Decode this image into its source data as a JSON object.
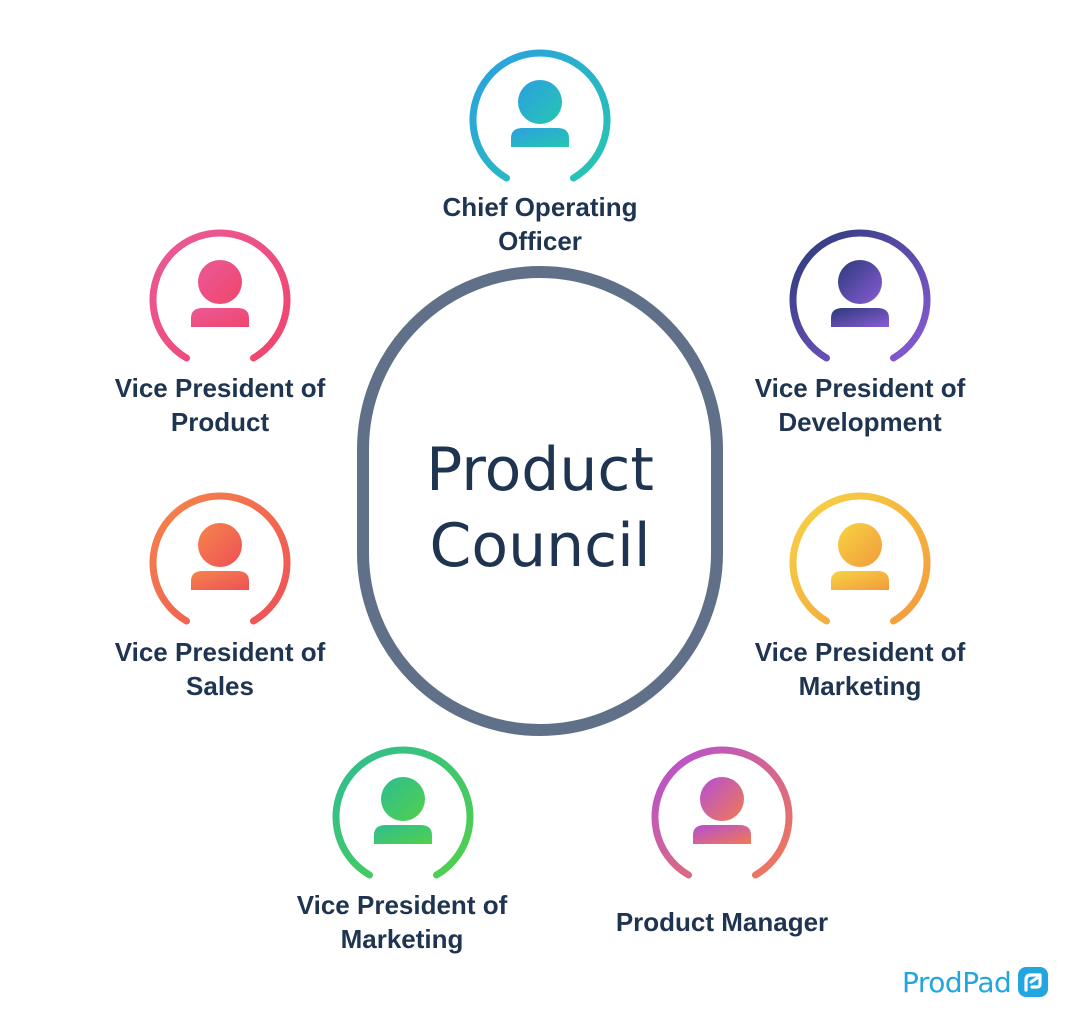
{
  "center": {
    "line1": "Product",
    "line2": "Council"
  },
  "roles": [
    {
      "line1": "Chief Operating",
      "line2": "Officer",
      "gradient": [
        "#2a9fe0",
        "#28c6b2"
      ]
    },
    {
      "line1": "Vice President of",
      "line2": "Product",
      "gradient": [
        "#ea5a98",
        "#f0456b"
      ]
    },
    {
      "line1": "Vice President of",
      "line2": "Development",
      "gradient": [
        "#2b3a7a",
        "#8a5cd6"
      ]
    },
    {
      "line1": "Vice President of",
      "line2": "Sales",
      "gradient": [
        "#f5854a",
        "#ee5057"
      ]
    },
    {
      "line1": "Vice President of",
      "line2": "Marketing",
      "gradient": [
        "#f6d443",
        "#f39a3c"
      ]
    },
    {
      "line1": "Vice President of",
      "line2": "Marketing",
      "gradient": [
        "#2ebd93",
        "#52d04a"
      ]
    },
    {
      "line1": "Product Manager",
      "line2": "",
      "gradient": [
        "#b24fd6",
        "#f27a52"
      ]
    }
  ],
  "colors": {
    "council_ring": "#5f7088",
    "text": "#1f3450",
    "brand": "#22a6e0"
  },
  "logo": {
    "text": "ProdPad",
    "icon": "prodpad-logo-icon"
  }
}
